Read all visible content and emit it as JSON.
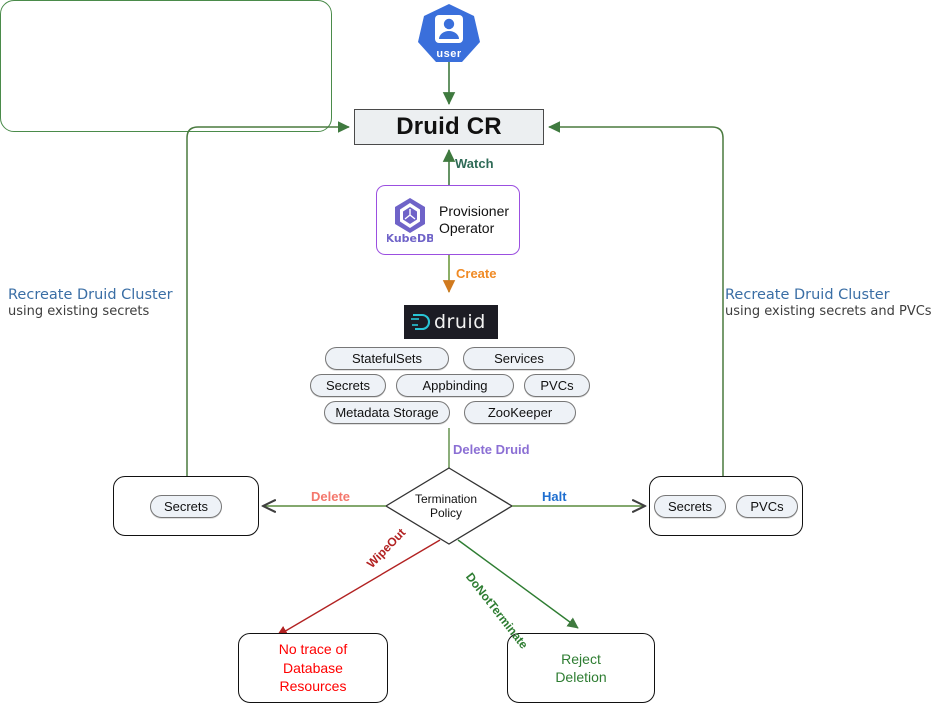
{
  "diagram": {
    "title": "Druid CR lifecycle and deletion policy flow",
    "colors": {
      "green_edge": "#3f7a3f",
      "purple": "#8b6fd4",
      "orange": "#f08a24",
      "red": "#ff0000",
      "dark_red": "#b22222",
      "blue": "#1f6fd0",
      "salmon": "#f4776c",
      "note_blue": "#3a6ea5",
      "druid_cyan": "#29c5d6",
      "kubedb_purple": "#7b6fd4",
      "k8s_blue": "#3a6fdb"
    }
  },
  "user": {
    "label": "user",
    "icon": "kubernetes-user-icon"
  },
  "cr": {
    "label": "Druid CR"
  },
  "operator": {
    "title_line1": "Provisioner",
    "title_line2": "Operator",
    "logo_text": "KubeDB",
    "icon": "kubedb-logo-icon"
  },
  "cluster": {
    "logo_text": "druid",
    "logo_icon": "druid-logo-icon",
    "rows": [
      [
        "StatefulSets",
        "Services"
      ],
      [
        "Secrets",
        "Appbinding",
        "PVCs"
      ],
      [
        "Metadata Storage",
        "ZooKeeper"
      ]
    ]
  },
  "decision": {
    "line1": "Termination",
    "line2": "Policy"
  },
  "edges": {
    "watch": "Watch",
    "create": "Create",
    "delete_druid": "Delete Druid",
    "delete": "Delete",
    "halt": "Halt",
    "wipeout": "WipeOut",
    "donotterminate": "DoNotTerminate"
  },
  "outcomes": {
    "delete_box": {
      "items": [
        "Secrets"
      ]
    },
    "halt_box": {
      "items": [
        "Secrets",
        "PVCs"
      ]
    },
    "wipeout_box": {
      "line1": "No trace of",
      "line2": "Database",
      "line3": "Resources"
    },
    "donotterminate_box": {
      "line1": "Reject",
      "line2": "Deletion"
    }
  },
  "notes": {
    "left": {
      "title": "Recreate Druid Cluster",
      "subtitle": "using existing secrets"
    },
    "right": {
      "title": "Recreate Druid Cluster",
      "subtitle": "using existing secrets and PVCs"
    }
  }
}
